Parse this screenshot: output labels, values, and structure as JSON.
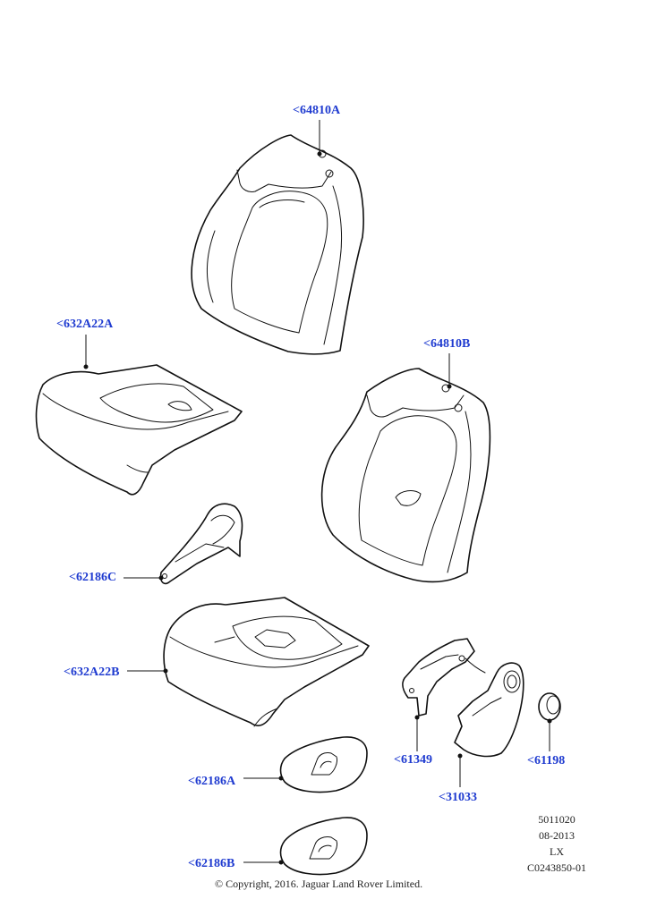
{
  "callouts": {
    "seat_back_foam_upper": "<64810A",
    "seat_back_foam_lower": "<64810B",
    "cushion_pad_upper": "<632A22A",
    "cushion_pad_lower": "<632A22B",
    "bracket_c": "<62186C",
    "cover_a": "<62186A",
    "cover_b": "<62186B",
    "bracket_61349": "<61349",
    "bracket_31033": "<31033",
    "cap_61198": "<61198"
  },
  "meta": {
    "code": "5011020",
    "date": "08-2013",
    "model": "LX",
    "ref": "C0243850-01"
  },
  "copyright": "© Copyright, 2016. Jaguar Land Rover Limited."
}
